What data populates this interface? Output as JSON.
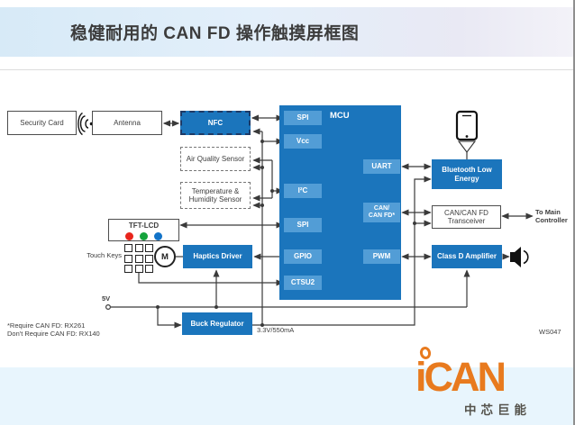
{
  "title": "稳健耐用的 CAN FD 操作触摸屏框图",
  "colors": {
    "accent_blue": "#1b75bc",
    "port_blue": "#529dd6",
    "line_color": "#3a3a3a",
    "logo_orange": "#e87a1e",
    "footer_band": "#e8f5fd",
    "tft_dots": [
      "#e8251c",
      "#15a33c",
      "#1273c8"
    ]
  },
  "blocks": {
    "security_card": {
      "label": "Security Card"
    },
    "antenna": {
      "label": "Antenna"
    },
    "nfc": {
      "label": "NFC"
    },
    "air_quality_sensor": {
      "label": "Air Quality Sensor"
    },
    "temp_humidity_sensor": {
      "label": "Temperature &\nHumidity Sensor"
    },
    "tft_lcd": {
      "label": "TFT-LCD"
    },
    "touch_keys": {
      "label": "Touch Keys"
    },
    "motor": {
      "label": "M"
    },
    "haptics_driver": {
      "label": "Haptics Driver"
    },
    "buck_regulator": {
      "label": "Buck Regulator"
    },
    "bluetooth_low_energy": {
      "label": "Bluetooth Low\nEnergy"
    },
    "can_transceiver": {
      "label": "CAN/CAN FD\nTransceiver"
    },
    "class_d_amplifier": {
      "label": "Class D Amplifier"
    }
  },
  "mcu": {
    "label": "MCU",
    "left_ports": [
      {
        "label": "SPI"
      },
      {
        "label": "Vcc"
      },
      {
        "label": "I²C"
      },
      {
        "label": "SPI"
      },
      {
        "label": "GPIO"
      },
      {
        "label": "CTSU2"
      }
    ],
    "right_ports": [
      {
        "label": "UART"
      },
      {
        "label": "CAN/\nCAN FD*"
      },
      {
        "label": "PWM"
      }
    ]
  },
  "annotations": {
    "to_main_controller": "To Main\nController",
    "supply_5v": "5V",
    "rail_3v3": "3.3V/550mA",
    "footnote": "*Require CAN FD: RX261\n Don't Require CAN FD: RX140",
    "doc_id": "WS047"
  },
  "logo": {
    "brand": "iCAN",
    "company": "中芯巨能"
  }
}
